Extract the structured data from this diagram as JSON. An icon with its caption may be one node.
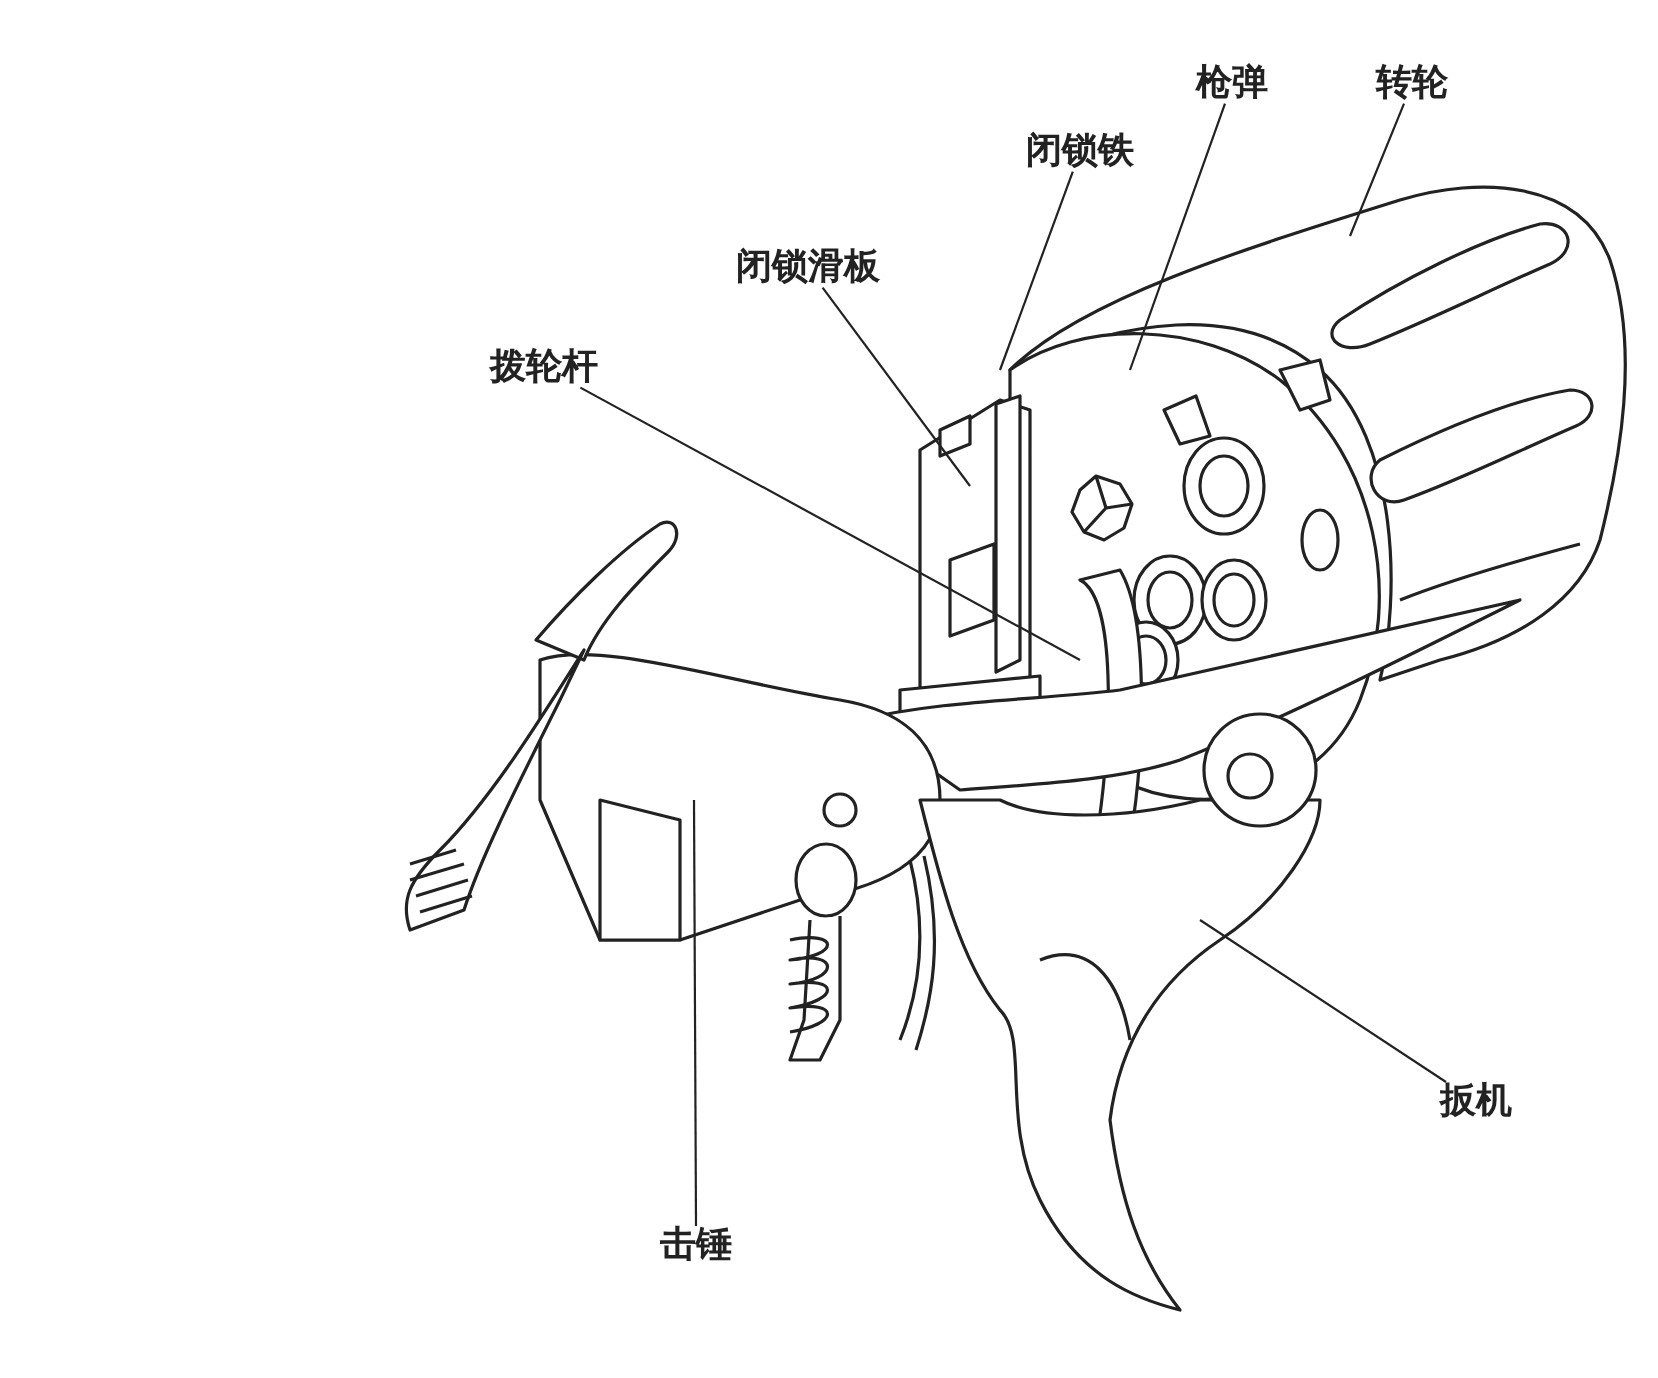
{
  "diagram": {
    "nodes": [
      {
        "text": [
          "枪弹"
        ]
      },
      {
        "text": [
          "转轮"
        ]
      },
      {
        "text": [
          "闭锁铁"
        ]
      },
      {
        "text": [
          "闭锁滑板"
        ]
      },
      {
        "text": [
          "拨轮杆"
        ]
      },
      {
        "text": [
          "扳机"
        ]
      },
      {
        "text": [
          "击锤"
        ]
      }
    ],
    "edges": [
      {
        "from": 0,
        "to": null,
        "arrow": "none"
      },
      {
        "from": 1,
        "to": null,
        "arrow": "none"
      },
      {
        "from": 2,
        "to": null,
        "arrow": "none"
      },
      {
        "from": 3,
        "to": null,
        "arrow": "none"
      },
      {
        "from": 4,
        "to": null,
        "arrow": "none"
      },
      {
        "from": 5,
        "to": null,
        "arrow": "none"
      },
      {
        "from": 6,
        "to": null,
        "arrow": "none"
      }
    ]
  }
}
